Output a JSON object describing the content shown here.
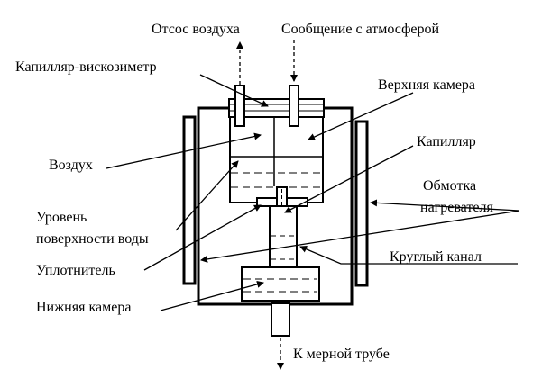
{
  "labels": {
    "air_out": "Отсос воздуха",
    "atmosphere": "Сообщение с атмосферой",
    "capillary_viscometer": "Капилляр-вискозиметр",
    "upper_chamber": "Верхняя камера",
    "air": "Воздух",
    "capillary": "Капилляр",
    "water_level_line1": "Уровень",
    "water_level_line2": "поверхности воды",
    "heater_winding_line1": "Обмотка",
    "heater_winding_line2": "нагревателя",
    "seal": "Уплотнитель",
    "round_channel": "Круглый канал",
    "lower_chamber": "Нижняя камера",
    "to_tube": "К мерной трубе"
  }
}
